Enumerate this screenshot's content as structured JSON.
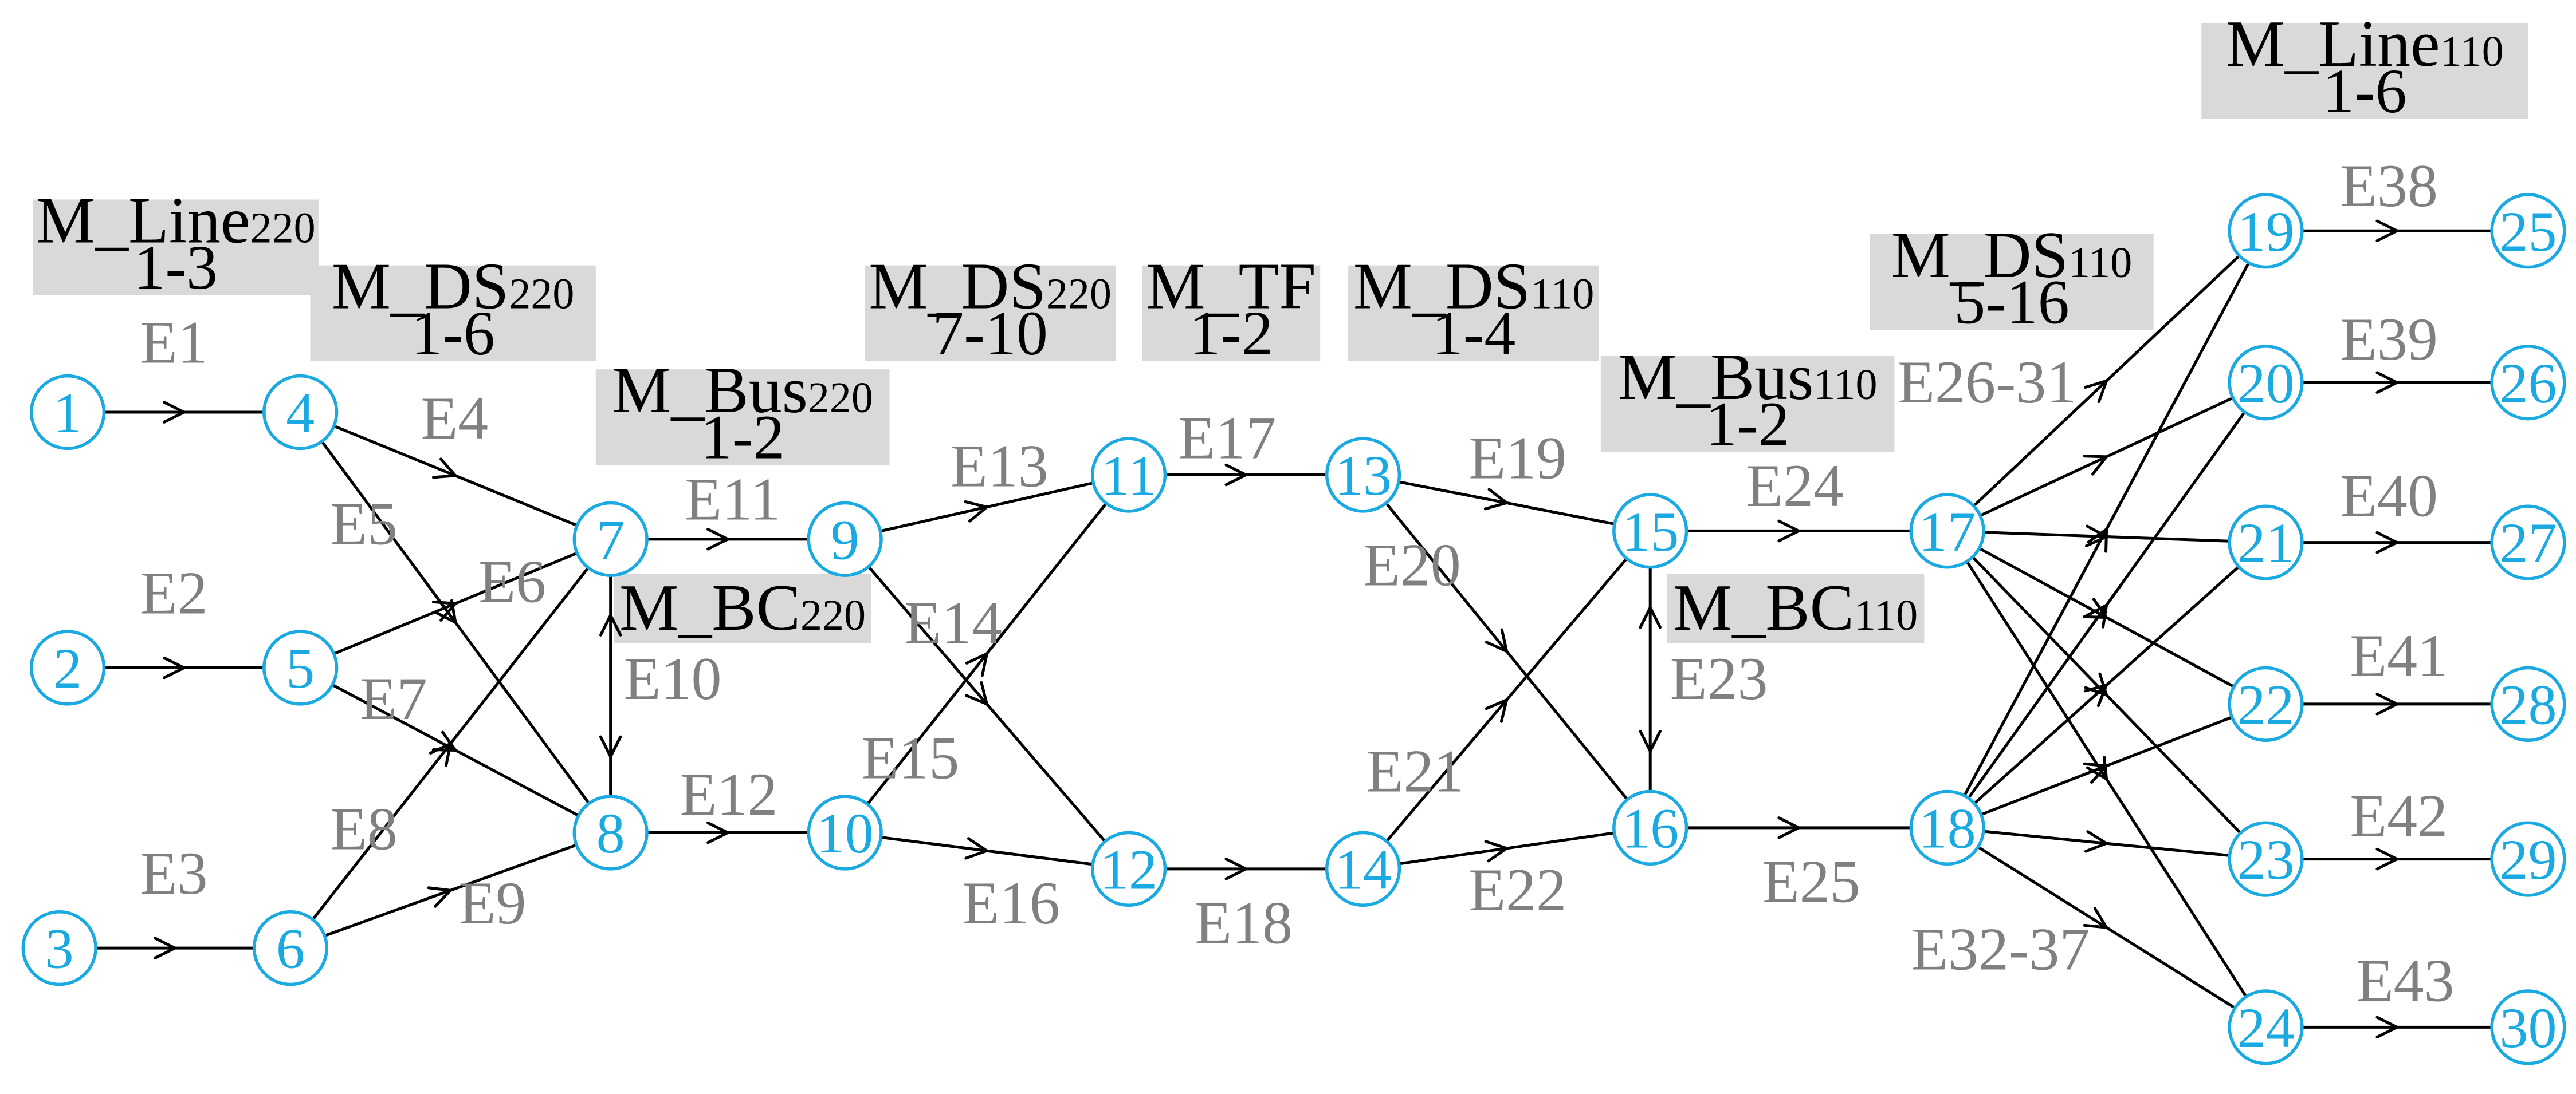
{
  "colors": {
    "node": "#1aa9e0",
    "edge": "#000000",
    "edge_label": "#808080",
    "module_box": "#d9d9d9"
  },
  "nodes": [
    {
      "id": "1",
      "label": "1"
    },
    {
      "id": "2",
      "label": "2"
    },
    {
      "id": "3",
      "label": "3"
    },
    {
      "id": "4",
      "label": "4"
    },
    {
      "id": "5",
      "label": "5"
    },
    {
      "id": "6",
      "label": "6"
    },
    {
      "id": "7",
      "label": "7"
    },
    {
      "id": "8",
      "label": "8"
    },
    {
      "id": "9",
      "label": "9"
    },
    {
      "id": "10",
      "label": "10"
    },
    {
      "id": "11",
      "label": "11"
    },
    {
      "id": "12",
      "label": "12"
    },
    {
      "id": "13",
      "label": "13"
    },
    {
      "id": "14",
      "label": "14"
    },
    {
      "id": "15",
      "label": "15"
    },
    {
      "id": "16",
      "label": "16"
    },
    {
      "id": "17",
      "label": "17"
    },
    {
      "id": "18",
      "label": "18"
    },
    {
      "id": "19",
      "label": "19"
    },
    {
      "id": "20",
      "label": "20"
    },
    {
      "id": "21",
      "label": "21"
    },
    {
      "id": "22",
      "label": "22"
    },
    {
      "id": "23",
      "label": "23"
    },
    {
      "id": "24",
      "label": "24"
    },
    {
      "id": "25",
      "label": "25"
    },
    {
      "id": "26",
      "label": "26"
    },
    {
      "id": "27",
      "label": "27"
    },
    {
      "id": "28",
      "label": "28"
    },
    {
      "id": "29",
      "label": "29"
    },
    {
      "id": "30",
      "label": "30"
    }
  ],
  "edges": [
    {
      "from": "1",
      "to": "4"
    },
    {
      "from": "2",
      "to": "5"
    },
    {
      "from": "3",
      "to": "6"
    },
    {
      "from": "4",
      "to": "7"
    },
    {
      "from": "4",
      "to": "8"
    },
    {
      "from": "5",
      "to": "7"
    },
    {
      "from": "5",
      "to": "8"
    },
    {
      "from": "6",
      "to": "7"
    },
    {
      "from": "6",
      "to": "8"
    },
    {
      "from": "7",
      "to": "8",
      "bidirectional": true
    },
    {
      "from": "7",
      "to": "9"
    },
    {
      "from": "8",
      "to": "10"
    },
    {
      "from": "9",
      "to": "11"
    },
    {
      "from": "9",
      "to": "12"
    },
    {
      "from": "10",
      "to": "11"
    },
    {
      "from": "10",
      "to": "12"
    },
    {
      "from": "11",
      "to": "13"
    },
    {
      "from": "12",
      "to": "14"
    },
    {
      "from": "13",
      "to": "15"
    },
    {
      "from": "13",
      "to": "16"
    },
    {
      "from": "14",
      "to": "15"
    },
    {
      "from": "14",
      "to": "16"
    },
    {
      "from": "15",
      "to": "16",
      "bidirectional": true
    },
    {
      "from": "15",
      "to": "17"
    },
    {
      "from": "16",
      "to": "18"
    },
    {
      "from": "17",
      "to": "19"
    },
    {
      "from": "17",
      "to": "20"
    },
    {
      "from": "17",
      "to": "21"
    },
    {
      "from": "17",
      "to": "22"
    },
    {
      "from": "17",
      "to": "23"
    },
    {
      "from": "17",
      "to": "24"
    },
    {
      "from": "18",
      "to": "19"
    },
    {
      "from": "18",
      "to": "20"
    },
    {
      "from": "18",
      "to": "21"
    },
    {
      "from": "18",
      "to": "22"
    },
    {
      "from": "18",
      "to": "23"
    },
    {
      "from": "18",
      "to": "24"
    },
    {
      "from": "19",
      "to": "25"
    },
    {
      "from": "20",
      "to": "26"
    },
    {
      "from": "21",
      "to": "27"
    },
    {
      "from": "22",
      "to": "28"
    },
    {
      "from": "23",
      "to": "29"
    },
    {
      "from": "24",
      "to": "30"
    }
  ],
  "edge_labels": [
    "E1",
    "E2",
    "E3",
    "E4",
    "E5",
    "E6",
    "E7",
    "E8",
    "E9",
    "E10",
    "E11",
    "E12",
    "E13",
    "E14",
    "E15",
    "E16",
    "E17",
    "E18",
    "E19",
    "E20",
    "E21",
    "E22",
    "E23",
    "E24",
    "E25",
    "E26-31",
    "E32-37",
    "E38",
    "E39",
    "E40",
    "E41",
    "E42",
    "E43"
  ],
  "modules": [
    {
      "base": "M_Line",
      "sub": "220",
      "range": "1-3"
    },
    {
      "base": "M_DS",
      "sub": "220",
      "range": "1-6"
    },
    {
      "base": "M_Bus",
      "sub": "220",
      "range": "1-2"
    },
    {
      "base": "M_BC",
      "sub": "220",
      "range": ""
    },
    {
      "base": "M_DS",
      "sub": "220",
      "range": "7-10"
    },
    {
      "base": "M_TF",
      "sub": "",
      "range": "1-2"
    },
    {
      "base": "M_DS",
      "sub": "110",
      "range": "1-4"
    },
    {
      "base": "M_Bus",
      "sub": "110",
      "range": "1-2"
    },
    {
      "base": "M_BC",
      "sub": "110",
      "range": ""
    },
    {
      "base": "M_DS",
      "sub": "110",
      "range": "5-16"
    },
    {
      "base": "M_Line",
      "sub": "110",
      "range": "1-6"
    }
  ]
}
